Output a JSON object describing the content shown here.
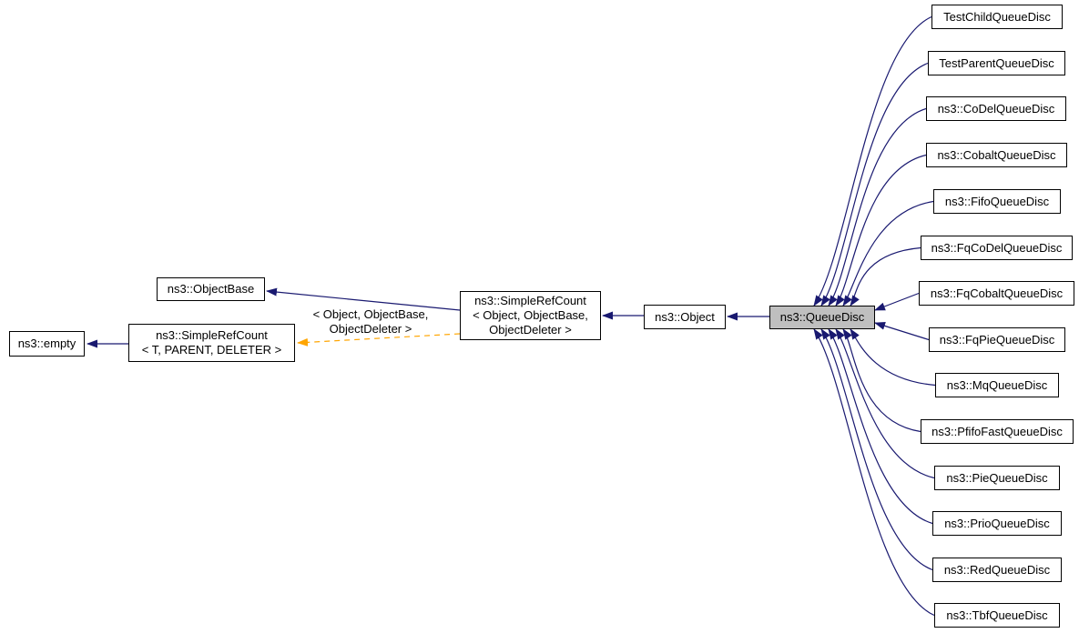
{
  "diagram": {
    "kind": "class-inheritance-graph",
    "colors": {
      "edge": "#191970",
      "template_edge": "#ffa500",
      "node_fill": "#ffffff",
      "highlight_fill": "#bfbfbf",
      "border": "#000000",
      "background": "#ffffff"
    },
    "template_edge_label": "< Object, ObjectBase,\nObjectDeleter >",
    "nodes": [
      {
        "id": "empty",
        "label": "ns3::empty",
        "highlighted": false,
        "interactable": true
      },
      {
        "id": "srcTPD",
        "label": "ns3::SimpleRefCount\n< T, PARENT, DELETER >",
        "highlighted": false,
        "interactable": true
      },
      {
        "id": "objectBase",
        "label": "ns3::ObjectBase",
        "highlighted": false,
        "interactable": true
      },
      {
        "id": "srcObj",
        "label": "ns3::SimpleRefCount\n< Object, ObjectBase,\nObjectDeleter >",
        "highlighted": false,
        "interactable": true
      },
      {
        "id": "object",
        "label": "ns3::Object",
        "highlighted": false,
        "interactable": true
      },
      {
        "id": "queueDisc",
        "label": "ns3::QueueDisc",
        "highlighted": true,
        "interactable": false
      },
      {
        "id": "testChild",
        "label": "TestChildQueueDisc",
        "highlighted": false,
        "interactable": true
      },
      {
        "id": "testParent",
        "label": "TestParentQueueDisc",
        "highlighted": false,
        "interactable": true
      },
      {
        "id": "coDel",
        "label": "ns3::CoDelQueueDisc",
        "highlighted": false,
        "interactable": true
      },
      {
        "id": "cobalt",
        "label": "ns3::CobaltQueueDisc",
        "highlighted": false,
        "interactable": true
      },
      {
        "id": "fifo",
        "label": "ns3::FifoQueueDisc",
        "highlighted": false,
        "interactable": true
      },
      {
        "id": "fqCoDel",
        "label": "ns3::FqCoDelQueueDisc",
        "highlighted": false,
        "interactable": true
      },
      {
        "id": "fqCobalt",
        "label": "ns3::FqCobaltQueueDisc",
        "highlighted": false,
        "interactable": true
      },
      {
        "id": "fqPie",
        "label": "ns3::FqPieQueueDisc",
        "highlighted": false,
        "interactable": true
      },
      {
        "id": "mq",
        "label": "ns3::MqQueueDisc",
        "highlighted": false,
        "interactable": true
      },
      {
        "id": "pfifoFast",
        "label": "ns3::PfifoFastQueueDisc",
        "highlighted": false,
        "interactable": true
      },
      {
        "id": "pie",
        "label": "ns3::PieQueueDisc",
        "highlighted": false,
        "interactable": true
      },
      {
        "id": "prio",
        "label": "ns3::PrioQueueDisc",
        "highlighted": false,
        "interactable": true
      },
      {
        "id": "red",
        "label": "ns3::RedQueueDisc",
        "highlighted": false,
        "interactable": true
      },
      {
        "id": "tbf",
        "label": "ns3::TbfQueueDisc",
        "highlighted": false,
        "interactable": true
      }
    ],
    "edges": [
      {
        "from": "srcTPD",
        "to": "empty",
        "type": "inheritance"
      },
      {
        "from": "srcObj",
        "to": "objectBase",
        "type": "inheritance"
      },
      {
        "from": "srcObj",
        "to": "srcTPD",
        "type": "template-instantiation"
      },
      {
        "from": "object",
        "to": "srcObj",
        "type": "inheritance"
      },
      {
        "from": "queueDisc",
        "to": "object",
        "type": "inheritance"
      },
      {
        "from": "testChild",
        "to": "queueDisc",
        "type": "inheritance"
      },
      {
        "from": "testParent",
        "to": "queueDisc",
        "type": "inheritance"
      },
      {
        "from": "coDel",
        "to": "queueDisc",
        "type": "inheritance"
      },
      {
        "from": "cobalt",
        "to": "queueDisc",
        "type": "inheritance"
      },
      {
        "from": "fifo",
        "to": "queueDisc",
        "type": "inheritance"
      },
      {
        "from": "fqCoDel",
        "to": "queueDisc",
        "type": "inheritance"
      },
      {
        "from": "fqCobalt",
        "to": "queueDisc",
        "type": "inheritance"
      },
      {
        "from": "fqPie",
        "to": "queueDisc",
        "type": "inheritance"
      },
      {
        "from": "mq",
        "to": "queueDisc",
        "type": "inheritance"
      },
      {
        "from": "pfifoFast",
        "to": "queueDisc",
        "type": "inheritance"
      },
      {
        "from": "pie",
        "to": "queueDisc",
        "type": "inheritance"
      },
      {
        "from": "prio",
        "to": "queueDisc",
        "type": "inheritance"
      },
      {
        "from": "red",
        "to": "queueDisc",
        "type": "inheritance"
      },
      {
        "from": "tbf",
        "to": "queueDisc",
        "type": "inheritance"
      }
    ]
  }
}
